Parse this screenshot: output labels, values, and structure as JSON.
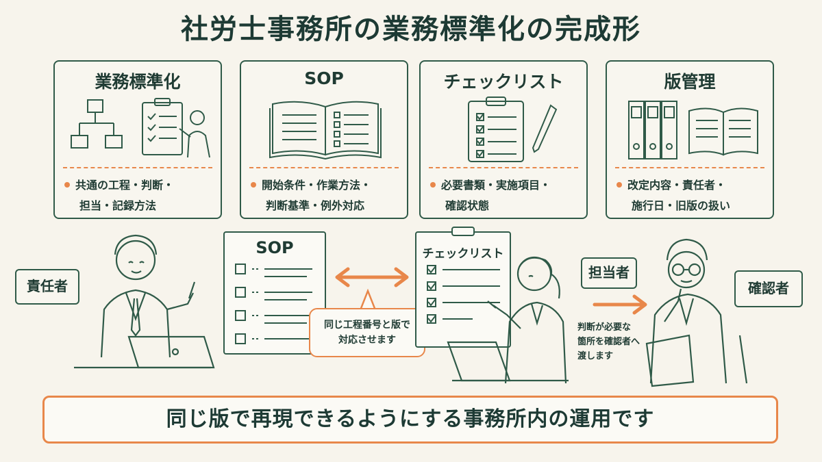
{
  "title": "社労士事務所の業務標準化の完成形",
  "cards": [
    {
      "title": "業務標準化",
      "lines": [
        "共通の工程・判断・",
        "担当・記録方法"
      ]
    },
    {
      "title": "SOP",
      "lines": [
        "開始条件・作業方法・",
        "判断基準・例外対応"
      ]
    },
    {
      "title": "チェックリスト",
      "lines": [
        "必要書類・実施項目・",
        "確認状態"
      ]
    },
    {
      "title": "版管理",
      "lines": [
        "改定内容・責任者・",
        "施行日・旧版の扱い"
      ]
    }
  ],
  "roles": {
    "manager": "責任者",
    "staff": "担当者",
    "reviewer": "確認者"
  },
  "docs": {
    "sop": "SOP",
    "checklist": "チェックリスト"
  },
  "callout": {
    "line1": "同じ工程番号と版で",
    "line2": "対応させます"
  },
  "note": {
    "line1": "判断が必要な",
    "line2": "箇所を確認者へ",
    "line3": "渡します"
  },
  "bottom": "同じ版で再現できるようにする事務所内の運用です",
  "colors": {
    "ink": "#2f5a48",
    "accent": "#e8874a",
    "background": "#f7f4ec"
  }
}
